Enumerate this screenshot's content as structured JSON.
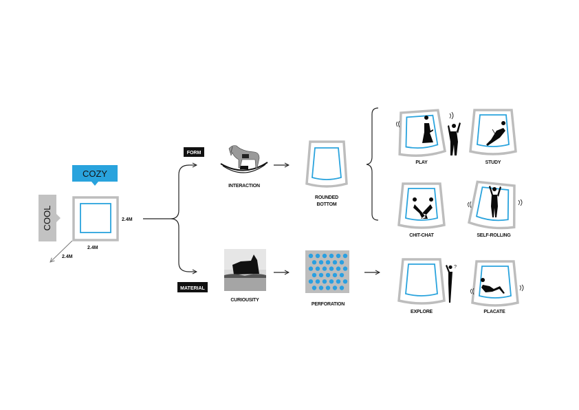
{
  "colors": {
    "accent_blue": "#29a3dd",
    "frame_gray": "#bdbdbd",
    "tag_black": "#111111",
    "cool_gray": "#c2c2c2",
    "dot_blue": "#2a9fe0"
  },
  "origin": {
    "cozy_label": "COZY",
    "cool_label": "COOL",
    "dim_width": "2.4M",
    "dim_height": "2.4M",
    "dim_depth": "2.4M"
  },
  "branches": {
    "form": {
      "tag": "FORM",
      "image": "rocking-horse",
      "image_label": "INTERACTION",
      "result_label_line1": "ROUNDED",
      "result_label_line2": "BOTTOM"
    },
    "material": {
      "tag": "MATERIAL",
      "image": "cat-photo",
      "image_label": "CURIOUSITY",
      "result_label": "PERFORATION"
    }
  },
  "outcomes": [
    {
      "label": "PLAY",
      "scene": "child-and-adult-waving"
    },
    {
      "label": "STUDY",
      "scene": "reclining-reader"
    },
    {
      "label": "CHIT-CHAT",
      "scene": "two-people-chatting"
    },
    {
      "label": "SELF-ROLLING",
      "scene": "standing-person-arms-up"
    },
    {
      "label": "EXPLORE",
      "scene": "person-peeking-question"
    },
    {
      "label": "PLACATE",
      "scene": "reclining-person-rocking"
    }
  ],
  "explore_mark": "?"
}
